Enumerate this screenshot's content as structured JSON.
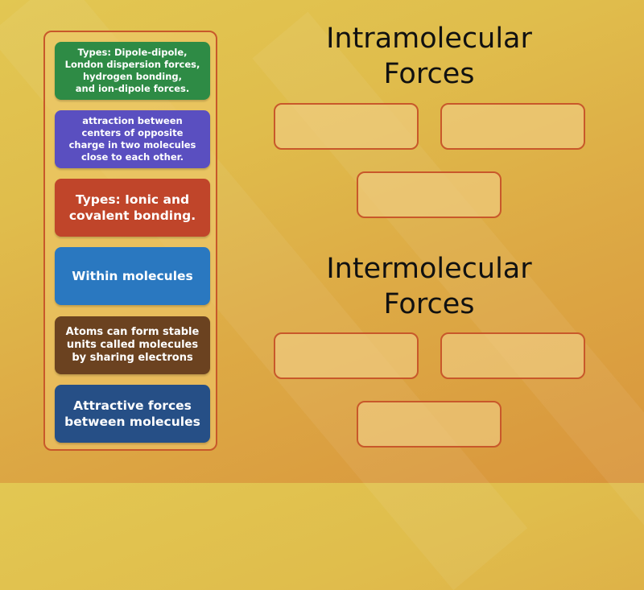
{
  "colors": {
    "panel_border": "#c8582a",
    "green": "#2e8b45",
    "purple": "#5a4fc0",
    "red": "#c0452a",
    "blue": "#2a78c0",
    "brown": "#6b4220",
    "navy": "#264f86"
  },
  "cards": [
    {
      "text": "Types: Dipole-dipole,\nLondon dispersion forces,\nhydrogen bonding,\nand ion-dipole forces.",
      "color": "green"
    },
    {
      "text": "attraction between\ncenters of opposite\ncharge in two molecules\nclose to each other.",
      "color": "purple"
    },
    {
      "text": "Types: Ionic and\ncovalent bonding.",
      "color": "red"
    },
    {
      "text": "Within molecules",
      "color": "blue"
    },
    {
      "text": "Atoms can form stable\nunits called molecules\nby sharing electrons",
      "color": "brown"
    },
    {
      "text": "Attractive forces\nbetween molecules",
      "color": "navy"
    }
  ],
  "groups": [
    {
      "heading": "Intramolecular\nForces",
      "slots": [
        "",
        "",
        ""
      ]
    },
    {
      "heading": "Intermolecular\nForces",
      "slots": [
        "",
        "",
        ""
      ]
    }
  ]
}
